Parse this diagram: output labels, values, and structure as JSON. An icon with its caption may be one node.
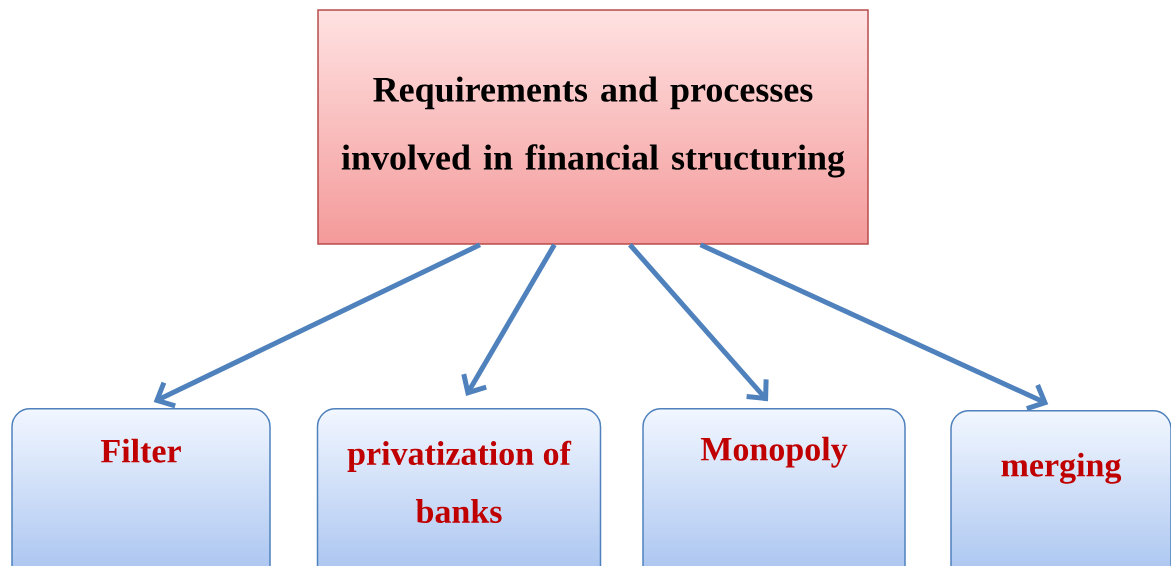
{
  "diagram": {
    "nodes": [
      {
        "text": [
          "Requirements and processes involved in financial structuring"
        ]
      },
      {
        "text": [
          "Filter"
        ]
      },
      {
        "text": [
          "privatization of banks"
        ]
      },
      {
        "text": [
          "Monopoly"
        ]
      },
      {
        "text": [
          "merging"
        ]
      }
    ],
    "edges": [
      {
        "from": 0,
        "to": 1,
        "arrow": "to"
      },
      {
        "from": 0,
        "to": 2,
        "arrow": "to"
      },
      {
        "from": 0,
        "to": 3,
        "arrow": "to"
      },
      {
        "from": 0,
        "to": 4,
        "arrow": "to"
      }
    ]
  }
}
